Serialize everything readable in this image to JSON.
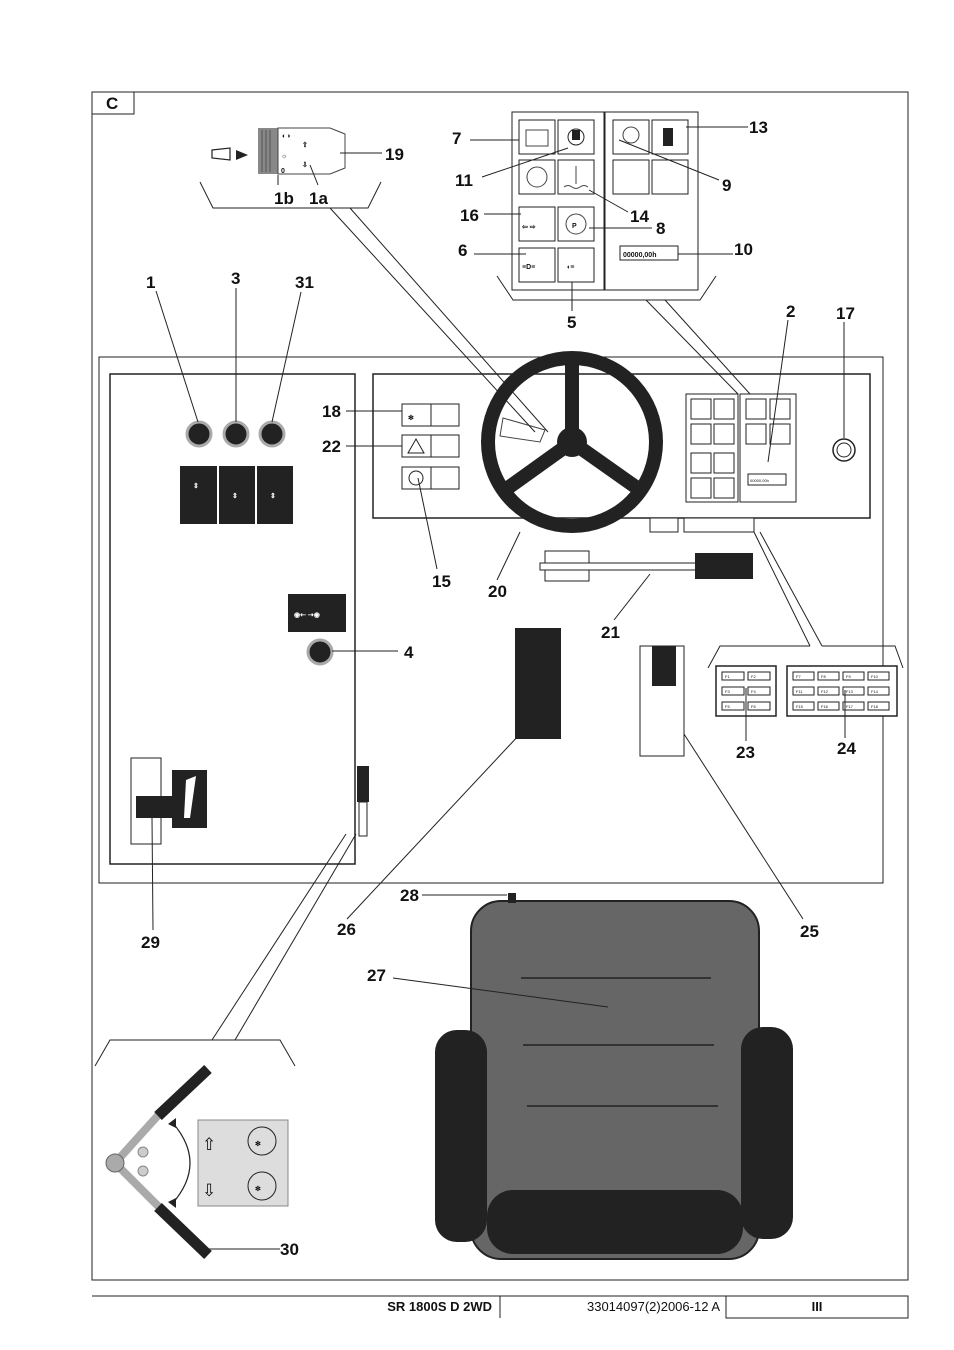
{
  "section_label": "C",
  "callouts": {
    "c1": "1",
    "c1a": "1a",
    "c1b": "1b",
    "c2": "2",
    "c3": "3",
    "c4": "4",
    "c5": "5",
    "c6": "6",
    "c7": "7",
    "c8": "8",
    "c9": "9",
    "c10": "10",
    "c11": "11",
    "c13": "13",
    "c14": "14",
    "c15": "15",
    "c16": "16",
    "c17": "17",
    "c18": "18",
    "c19": "19",
    "c20": "20",
    "c21": "21",
    "c22": "22",
    "c23": "23",
    "c24": "24",
    "c25": "25",
    "c26": "26",
    "c27": "27",
    "c28": "28",
    "c29": "29",
    "c30": "30",
    "c31": "31"
  },
  "hour_meter": {
    "display": "00000,00h"
  },
  "lever_switch": {
    "zero_label": "0"
  },
  "fuses": {
    "box_23": [
      "F1",
      "F2",
      "F3",
      "F4",
      "F5",
      "F6"
    ],
    "box_24": [
      "F7",
      "F8",
      "F9",
      "F10",
      "F11",
      "F12",
      "F13",
      "F14",
      "F15",
      "F16",
      "F17",
      "F18"
    ]
  },
  "icons": [
    "horn-icon",
    "battery-warning-icon",
    "brake-fluid-icon",
    "air-filter-icon",
    "fuel-level-icon",
    "coolant-temperature-icon",
    "turn-signal-icon",
    "parking-brake-icon",
    "work-lights-icon",
    "headlight-icon",
    "fan-icon",
    "hazard-icon",
    "brake-icon",
    "hopper-raise-lower-icon",
    "flap-icon",
    "hopper-tilt-icon",
    "side-brush-icon",
    "throttle-icon",
    "filter-shaker-icon"
  ],
  "footer": {
    "model": "SR 1800S D 2WD",
    "document_number": "33014097(2)2006-12 A",
    "page": "III"
  }
}
